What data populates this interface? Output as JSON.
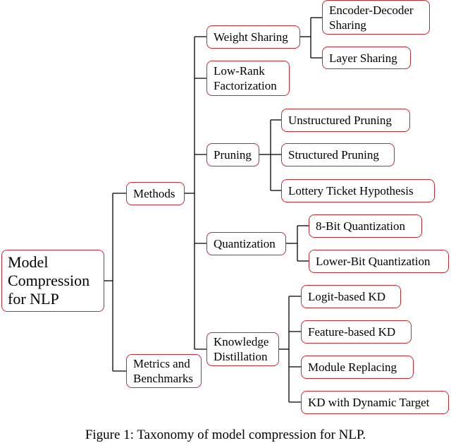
{
  "diagram": {
    "root": "Model\nCompression\nfor NLP",
    "methods": "Methods",
    "metrics": "Metrics and\nBenchmarks",
    "weight_sharing": "Weight Sharing",
    "encoder_decoder_sharing": "Encoder-Decoder\nSharing",
    "layer_sharing": "Layer Sharing",
    "low_rank": "Low-Rank\nFactorization",
    "pruning": "Pruning",
    "unstructured_pruning": "Unstructured Pruning",
    "structured_pruning": "Structured Pruning",
    "lottery_ticket": "Lottery Ticket Hypothesis",
    "quantization": "Quantization",
    "bit8": "8-Bit Quantization",
    "lower_bit": "Lower-Bit Quantization",
    "knowledge_distillation": "Knowledge\nDistillation",
    "logit_kd": "Logit-based KD",
    "feature_kd": "Feature-based KD",
    "module_replacing": "Module Replacing",
    "kd_dynamic": "KD with Dynamic Target"
  },
  "caption": "Figure 1: Taxonomy of model compression for NLP."
}
